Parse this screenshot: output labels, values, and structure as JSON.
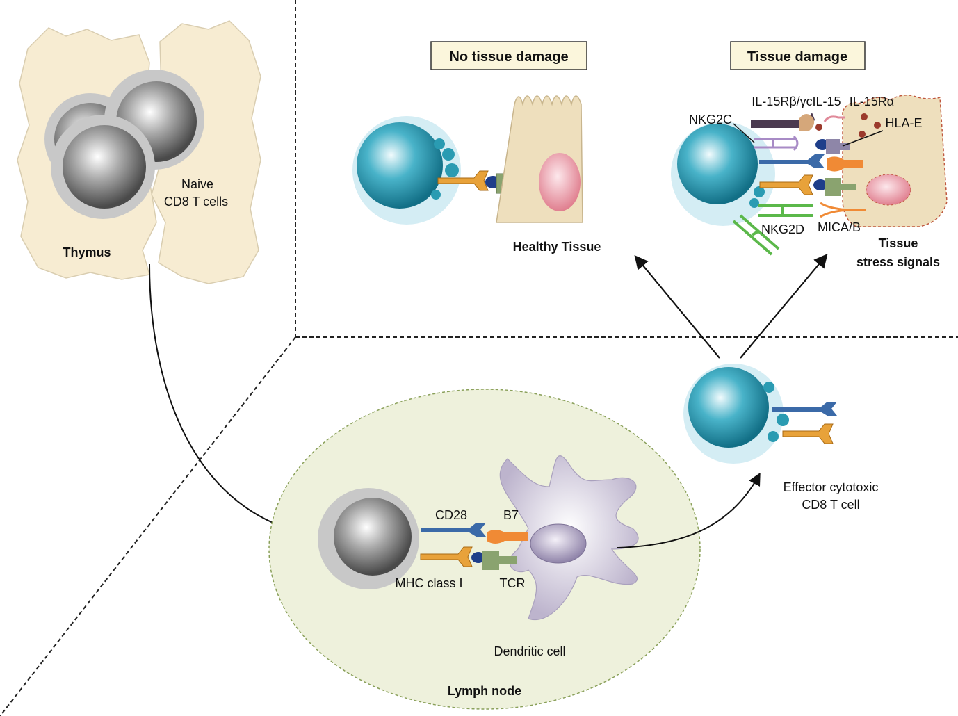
{
  "labels": {
    "thymus": "Thymus",
    "naive_line1": "Naive",
    "naive_line2": "CD8 T cells",
    "no_damage": "No tissue damage",
    "damage": "Tissue damage",
    "healthy_tissue": "Healthy Tissue",
    "il15rbgc": "IL-15Rβ/γc",
    "il15": "IL-15",
    "il15ra": "IL-15Rα",
    "nkg2c": "NKG2C",
    "hla_e": "HLA-E",
    "nkg2d": "NKG2D",
    "mica_b": "MICA/B",
    "stress_line1": "Tissue",
    "stress_line2": "stress signals",
    "effector_line1": "Effector cytotoxic",
    "effector_line2": "CD8 T cell",
    "cd28": "CD28",
    "b7": "B7",
    "mhc": "MHC class I",
    "tcr": "TCR",
    "dendritic": "Dendritic cell",
    "lymph_node": "Lymph node"
  },
  "colors": {
    "thymus_fill": "#f7ecd2",
    "tissue_fill": "#eedfbd",
    "lymph_fill": "#eef1dc",
    "box_fill": "#fbf6dc",
    "t_cell_core": "#1b8fa8",
    "t_cell_halo": "#d4edf4",
    "naive_core": "#7a7a7a",
    "cd28_blue": "#3b6aa8",
    "b7_orange": "#f08a35",
    "tcr_green": "#7c9662",
    "mhc_gold": "#e8a23a",
    "nkg2d_green": "#5bb84a",
    "nkg2c_purple": "#a88bc6"
  }
}
